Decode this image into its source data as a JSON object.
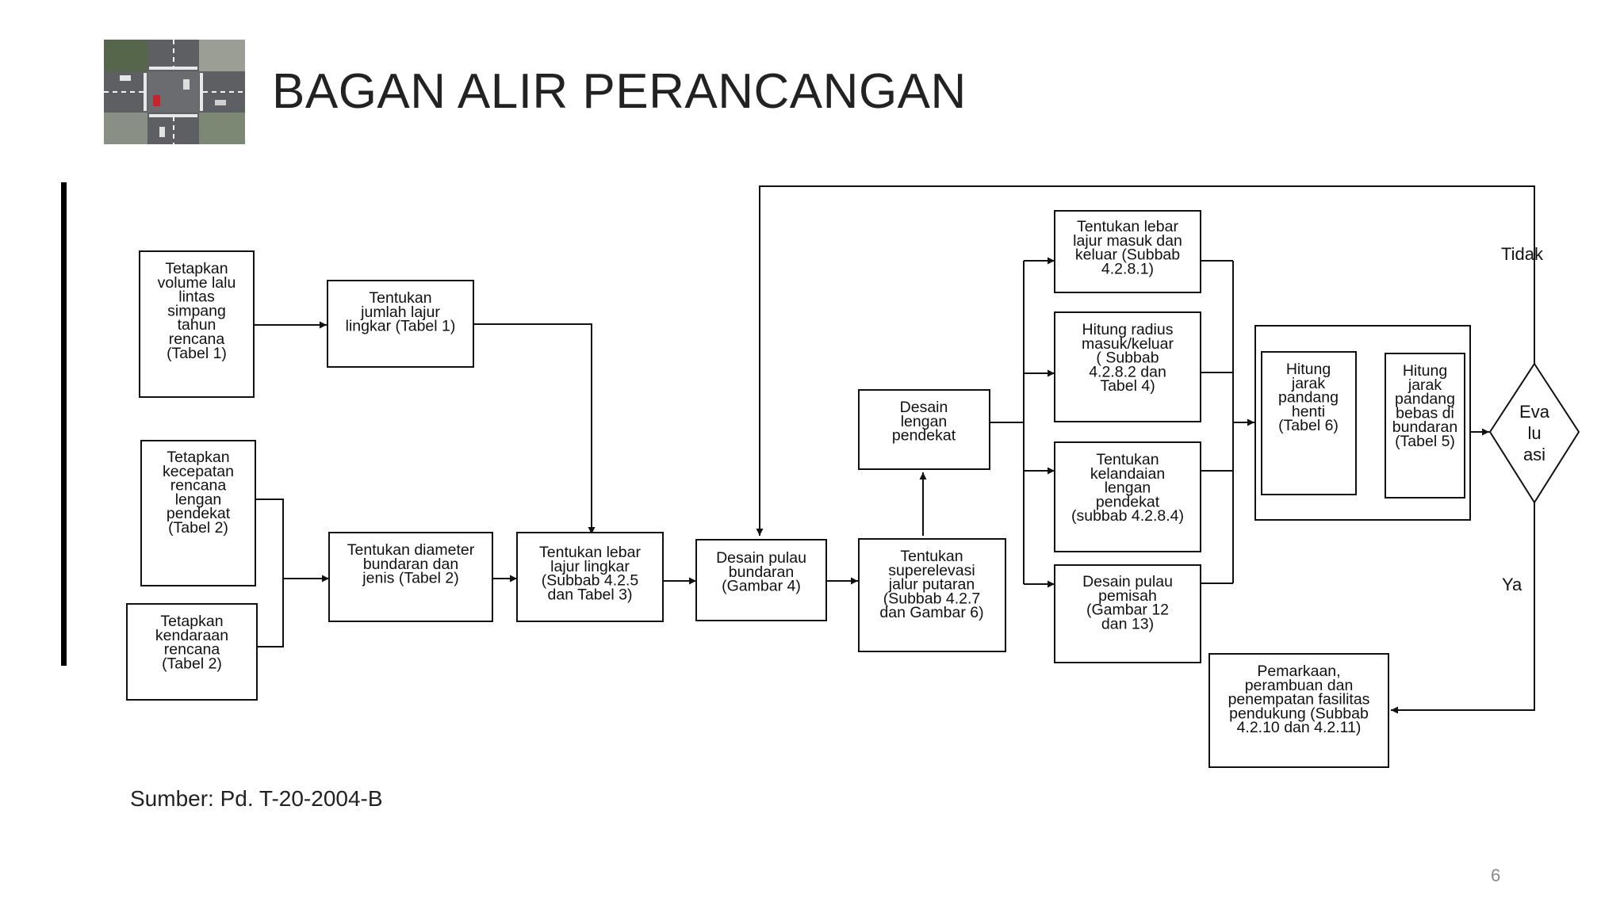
{
  "slide": {
    "title": "BAGAN ALIR PERANCANGAN",
    "source": "Sumber: Pd. T-20-2004-B",
    "page_number": "6"
  },
  "image": {
    "icon": "intersection-aerial-photo"
  },
  "flowchart": {
    "nodes": {
      "n1": [
        "Tetapkan",
        "volume lalu",
        "lintas",
        "simpang",
        "tahun",
        "rencana",
        "(Tabel 1)"
      ],
      "n2": [
        "Tentukan",
        "jumlah lajur",
        "lingkar (Tabel 1)"
      ],
      "n3": [
        "Tetapkan",
        "kecepatan",
        "rencana",
        "lengan",
        "pendekat",
        "(Tabel 2)"
      ],
      "n4": [
        "Tetapkan",
        "kendaraan",
        "rencana",
        "(Tabel 2)"
      ],
      "n5": [
        "Tentukan diameter",
        "bundaran dan",
        "jenis  (Tabel 2)"
      ],
      "n6": [
        "Tentukan lebar",
        "lajur lingkar",
        "(Subbab 4.2.5",
        "dan Tabel 3)"
      ],
      "n7": [
        "Desain pulau",
        "bundaran",
        "(Gambar 4)"
      ],
      "n8": [
        "Tentukan",
        "superelevasi",
        "jalur putaran",
        "(Subbab 4.2.7",
        "dan Gambar 6)"
      ],
      "n9": [
        "Desain",
        "lengan",
        "pendekat"
      ],
      "n10": [
        "Tentukan lebar",
        "lajur masuk dan",
        "keluar (Subbab",
        "4.2.8.1)"
      ],
      "n11": [
        "Hitung radius",
        "masuk/keluar",
        "( Subbab",
        "4.2.8.2 dan",
        "Tabel 4)"
      ],
      "n12": [
        "Tentukan",
        "kelandaian",
        "lengan",
        "pendekat",
        "(subbab 4.2.8.4)"
      ],
      "n13": [
        "Desain pulau",
        "pemisah",
        "(Gambar 12",
        "dan 13)"
      ],
      "n14": [
        "Hitung",
        "jarak",
        "pandang",
        "henti",
        "(Tabel 6)"
      ],
      "n15": [
        "Hitung",
        "jarak",
        "pandang",
        "bebas di",
        "bundaran",
        "(Tabel 5)"
      ],
      "n16": [
        "Eva",
        "lu",
        "asi"
      ],
      "n17": [
        "Pemarkaan,",
        "perambuan dan",
        "penempatan fasilitas",
        "pendukung (Subbab",
        "4.2.10 dan 4.2.11)"
      ]
    },
    "labels": {
      "no": "Tidak",
      "yes": "Ya"
    }
  }
}
